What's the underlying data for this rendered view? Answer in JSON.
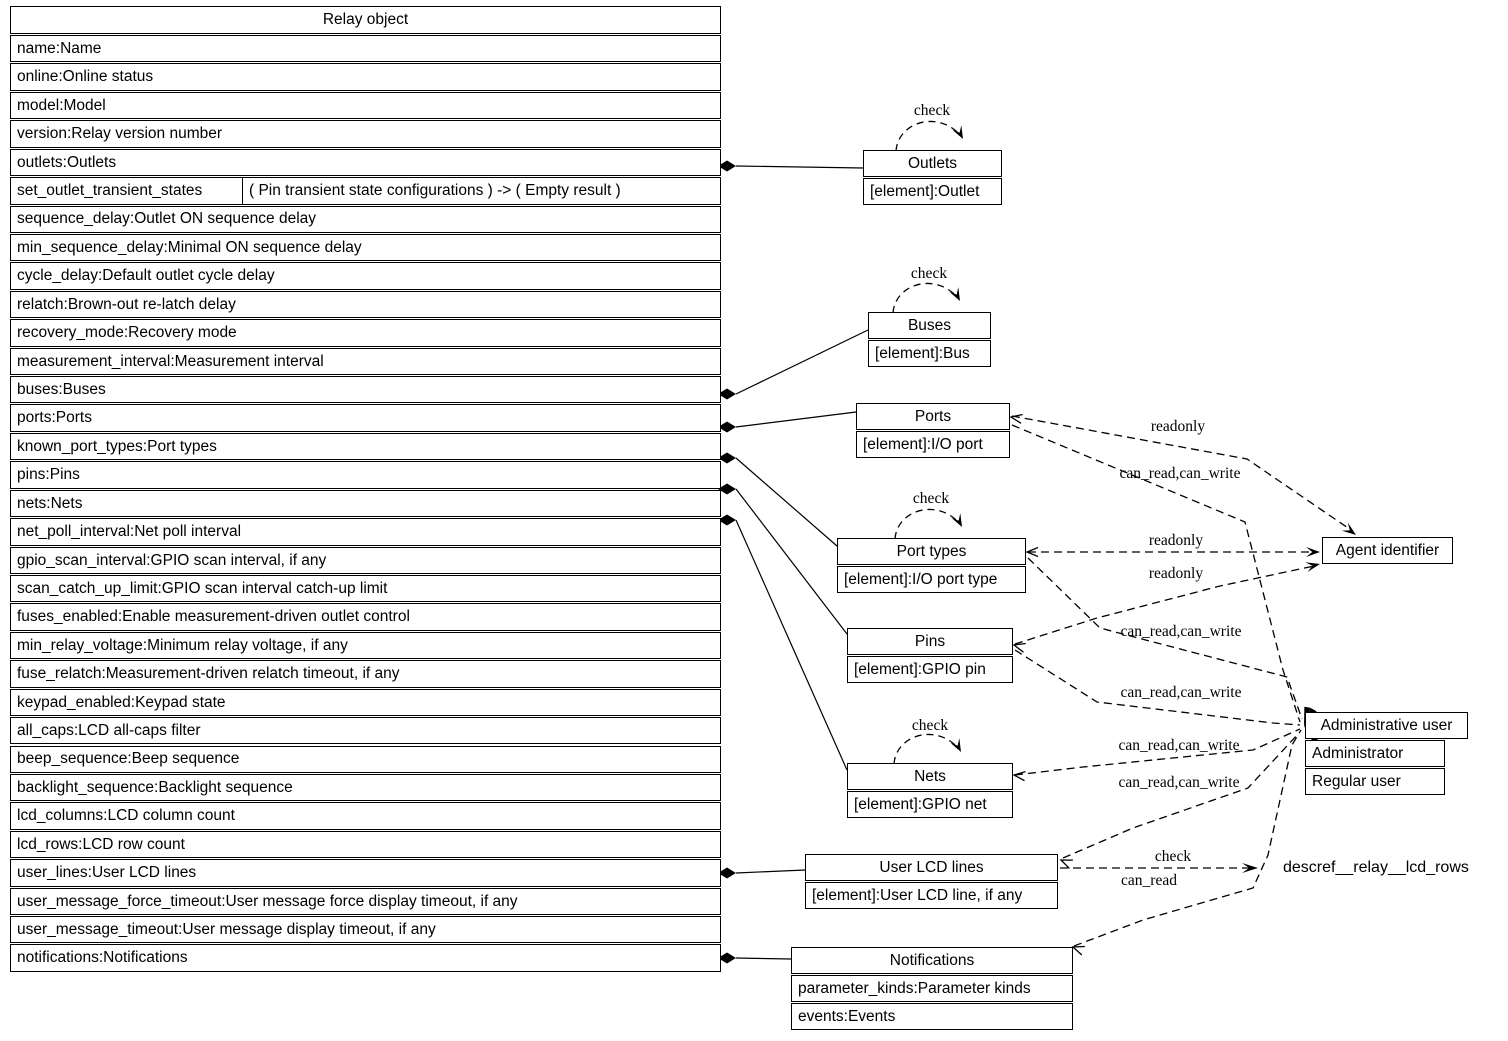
{
  "relay_table": {
    "title": "Relay object",
    "rows": [
      {
        "text": "name:Name"
      },
      {
        "text": "online:Online status"
      },
      {
        "text": "model:Model"
      },
      {
        "text": "version:Relay version number"
      },
      {
        "text": "outlets:Outlets"
      },
      {
        "cells": [
          "set_outlet_transient_states",
          "(  Pin transient state configurations  )   -> (  Empty result  )"
        ]
      },
      {
        "text": "sequence_delay:Outlet ON sequence delay"
      },
      {
        "text": "min_sequence_delay:Minimal ON sequence delay"
      },
      {
        "text": "cycle_delay:Default outlet cycle delay"
      },
      {
        "text": "relatch:Brown-out re-latch delay"
      },
      {
        "text": "recovery_mode:Recovery mode"
      },
      {
        "text": "measurement_interval:Measurement interval"
      },
      {
        "text": "buses:Buses"
      },
      {
        "text": "ports:Ports"
      },
      {
        "text": "known_port_types:Port types"
      },
      {
        "text": "pins:Pins"
      },
      {
        "text": "nets:Nets"
      },
      {
        "text": "net_poll_interval:Net poll interval"
      },
      {
        "text": "gpio_scan_interval:GPIO scan interval, if any"
      },
      {
        "text": "scan_catch_up_limit:GPIO scan interval catch-up limit"
      },
      {
        "text": "fuses_enabled:Enable measurement-driven outlet control"
      },
      {
        "text": "min_relay_voltage:Minimum relay voltage, if any"
      },
      {
        "text": "fuse_relatch:Measurement-driven relatch timeout, if any"
      },
      {
        "text": "keypad_enabled:Keypad state"
      },
      {
        "text": "all_caps:LCD all-caps filter"
      },
      {
        "text": "beep_sequence:Beep sequence"
      },
      {
        "text": "backlight_sequence:Backlight sequence"
      },
      {
        "text": "lcd_columns:LCD column count"
      },
      {
        "text": "lcd_rows:LCD row count"
      },
      {
        "text": "user_lines:User LCD lines"
      },
      {
        "text": "user_message_force_timeout:User message force display timeout, if any"
      },
      {
        "text": "user_message_timeout:User message display timeout, if any"
      },
      {
        "text": "notifications:Notifications"
      }
    ]
  },
  "entities": {
    "outlets": {
      "title": "Outlets",
      "rows": [
        "[element]:Outlet"
      ]
    },
    "buses": {
      "title": "Buses",
      "rows": [
        "[element]:Bus"
      ]
    },
    "ports": {
      "title": "Ports",
      "rows": [
        "[element]:I/O port"
      ]
    },
    "port_types": {
      "title": "Port types",
      "rows": [
        "[element]:I/O port type"
      ]
    },
    "pins": {
      "title": "Pins",
      "rows": [
        "[element]:GPIO pin"
      ]
    },
    "nets": {
      "title": "Nets",
      "rows": [
        "[element]:GPIO net"
      ]
    },
    "user_lcd_lines": {
      "title": "User LCD lines",
      "rows": [
        "[element]:User LCD line, if any"
      ]
    },
    "notifications": {
      "title": "Notifications",
      "rows": [
        "parameter_kinds:Parameter kinds",
        "events:Events"
      ]
    },
    "agent_identifier": {
      "title": "Agent identifier",
      "rows": []
    },
    "admin_user": {
      "title": "Administrative user",
      "rows": [
        "Administrator",
        "Regular user"
      ]
    }
  },
  "edges": [
    {
      "id": "outlets-check",
      "from": "outlets",
      "to": "outlets",
      "label": "check"
    },
    {
      "id": "buses-check",
      "from": "buses",
      "to": "buses",
      "label": "check"
    },
    {
      "id": "port-types-check",
      "from": "port_types",
      "to": "port_types",
      "label": "check"
    },
    {
      "id": "nets-check",
      "from": "nets",
      "to": "nets",
      "label": "check"
    },
    {
      "id": "ports-agent",
      "from": "ports",
      "to": "agent_identifier",
      "label": "readonly"
    },
    {
      "id": "ports-admin",
      "from": "ports",
      "to": "admin_user",
      "label": "can_read,can_write"
    },
    {
      "id": "port-types-agent",
      "from": "port_types",
      "to": "agent_identifier",
      "label": "readonly"
    },
    {
      "id": "pins-agent",
      "from": "pins",
      "to": "agent_identifier",
      "label": "readonly"
    },
    {
      "id": "port-types-admin",
      "from": "port_types",
      "to": "admin_user",
      "label": "can_read,can_write"
    },
    {
      "id": "pins-admin",
      "from": "pins",
      "to": "admin_user",
      "label": "can_read,can_write"
    },
    {
      "id": "nets-admin",
      "from": "nets",
      "to": "admin_user",
      "label": "can_read,can_write"
    },
    {
      "id": "user-lines-admin",
      "from": "user_lcd_lines",
      "to": "admin_user",
      "label": "can_read,can_write"
    },
    {
      "id": "user-lines-descref",
      "from": "user_lcd_lines",
      "to": "descref__relay__lcd_rows",
      "label": "check"
    },
    {
      "id": "notifications-admin",
      "from": "notifications",
      "to": "admin_user",
      "label": "can_read"
    }
  ],
  "composition_links": [
    "outlets",
    "buses",
    "ports",
    "known_port_types",
    "pins",
    "nets",
    "user_lines",
    "notifications"
  ],
  "free_text": {
    "descref": "descref__relay__lcd_rows"
  }
}
